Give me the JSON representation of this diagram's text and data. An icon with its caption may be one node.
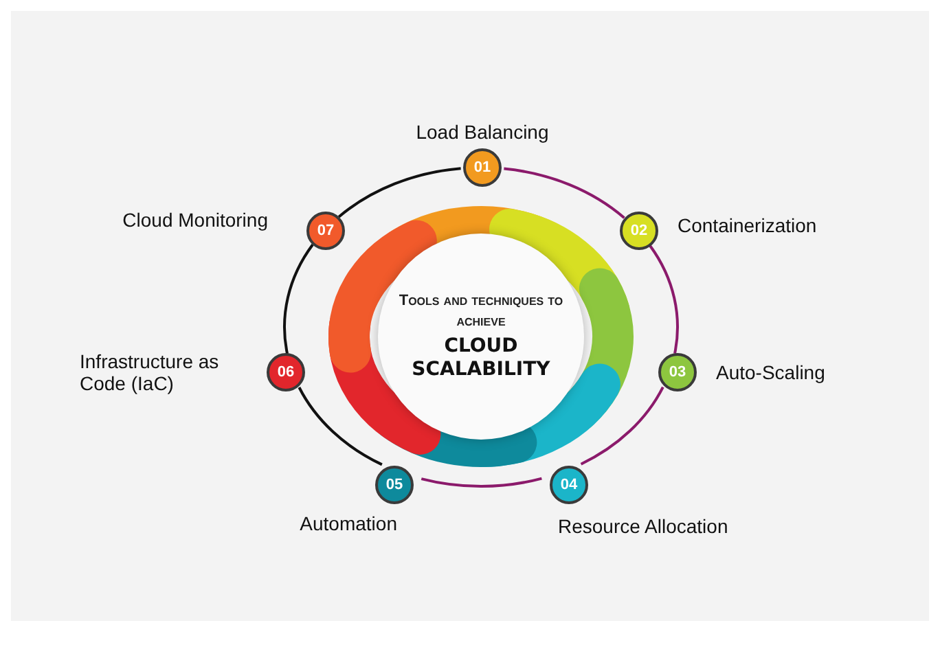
{
  "diagram": {
    "nodes": [
      {
        "text": [
          "Tools and techniques to achieve",
          "CLOUD SCALABILITY"
        ]
      },
      {
        "text": [
          "01"
        ],
        "beside": [
          "Load Balancing"
        ]
      },
      {
        "text": [
          "02"
        ],
        "beside": [
          "Containerization"
        ]
      },
      {
        "text": [
          "03"
        ],
        "beside": [
          "Auto-Scaling"
        ]
      },
      {
        "text": [
          "04"
        ],
        "beside": [
          "Resource Allocation"
        ]
      },
      {
        "text": [
          "05"
        ],
        "beside": [
          "Automation"
        ]
      },
      {
        "text": [
          "06"
        ],
        "beside": [
          "Infrastructure as Code (IaC)"
        ]
      },
      {
        "text": [
          "07"
        ],
        "beside": [
          "Cloud Monitoring"
        ]
      }
    ],
    "edges": [
      {
        "from": 1,
        "to": 2,
        "arrow": "none"
      },
      {
        "from": 2,
        "to": 3,
        "arrow": "none"
      },
      {
        "from": 3,
        "to": 4,
        "arrow": "none"
      },
      {
        "from": 4,
        "to": 5,
        "arrow": "none"
      },
      {
        "from": 5,
        "to": 6,
        "arrow": "none",
        "color": "#111111"
      },
      {
        "from": 6,
        "to": 7,
        "arrow": "none",
        "color": "#111111"
      },
      {
        "from": 7,
        "to": 1,
        "arrow": "none",
        "color": "#111111"
      }
    ]
  }
}
